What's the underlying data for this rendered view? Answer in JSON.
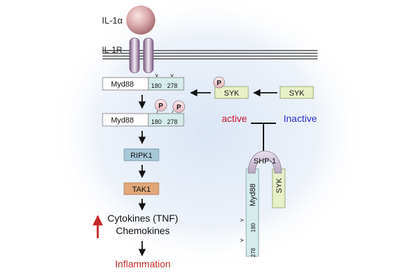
{
  "ligand": {
    "label": "IL-1α"
  },
  "receptor": {
    "label": "IL-1R"
  },
  "myd88_top": {
    "label": "Myd88",
    "site1": "180",
    "site2": "278"
  },
  "myd88_phos": {
    "label": "Myd88",
    "site1": "180",
    "site2": "278",
    "phospho1": "P",
    "phospho2": "P"
  },
  "syk_active": {
    "label": "SYK",
    "phospho": "P"
  },
  "syk_inactive": {
    "label": "SYK"
  },
  "state_labels": {
    "active": "active",
    "inactive": "Inactive"
  },
  "ripk1": {
    "label": "RIPK1"
  },
  "tak1": {
    "label": "TAK1"
  },
  "outputs": {
    "cytokines": "Cytokines (TNF)",
    "chemokines": "Chemokines",
    "inflammation": "Inflammation"
  },
  "complex": {
    "shp1": "SHP-1",
    "myd88": "Myd88",
    "site1": "180",
    "site2": "278",
    "syk": "SYK"
  },
  "colors": {
    "active_text": "#c8102e",
    "inactive_text": "#2a2ac8",
    "up_arrow": "#c62828",
    "ripk1_fill": "#a8c8d8",
    "tak1_fill": "#e0a878",
    "myd88_fill": "#d6ecec",
    "syk_fill": "#e8f0c8"
  }
}
